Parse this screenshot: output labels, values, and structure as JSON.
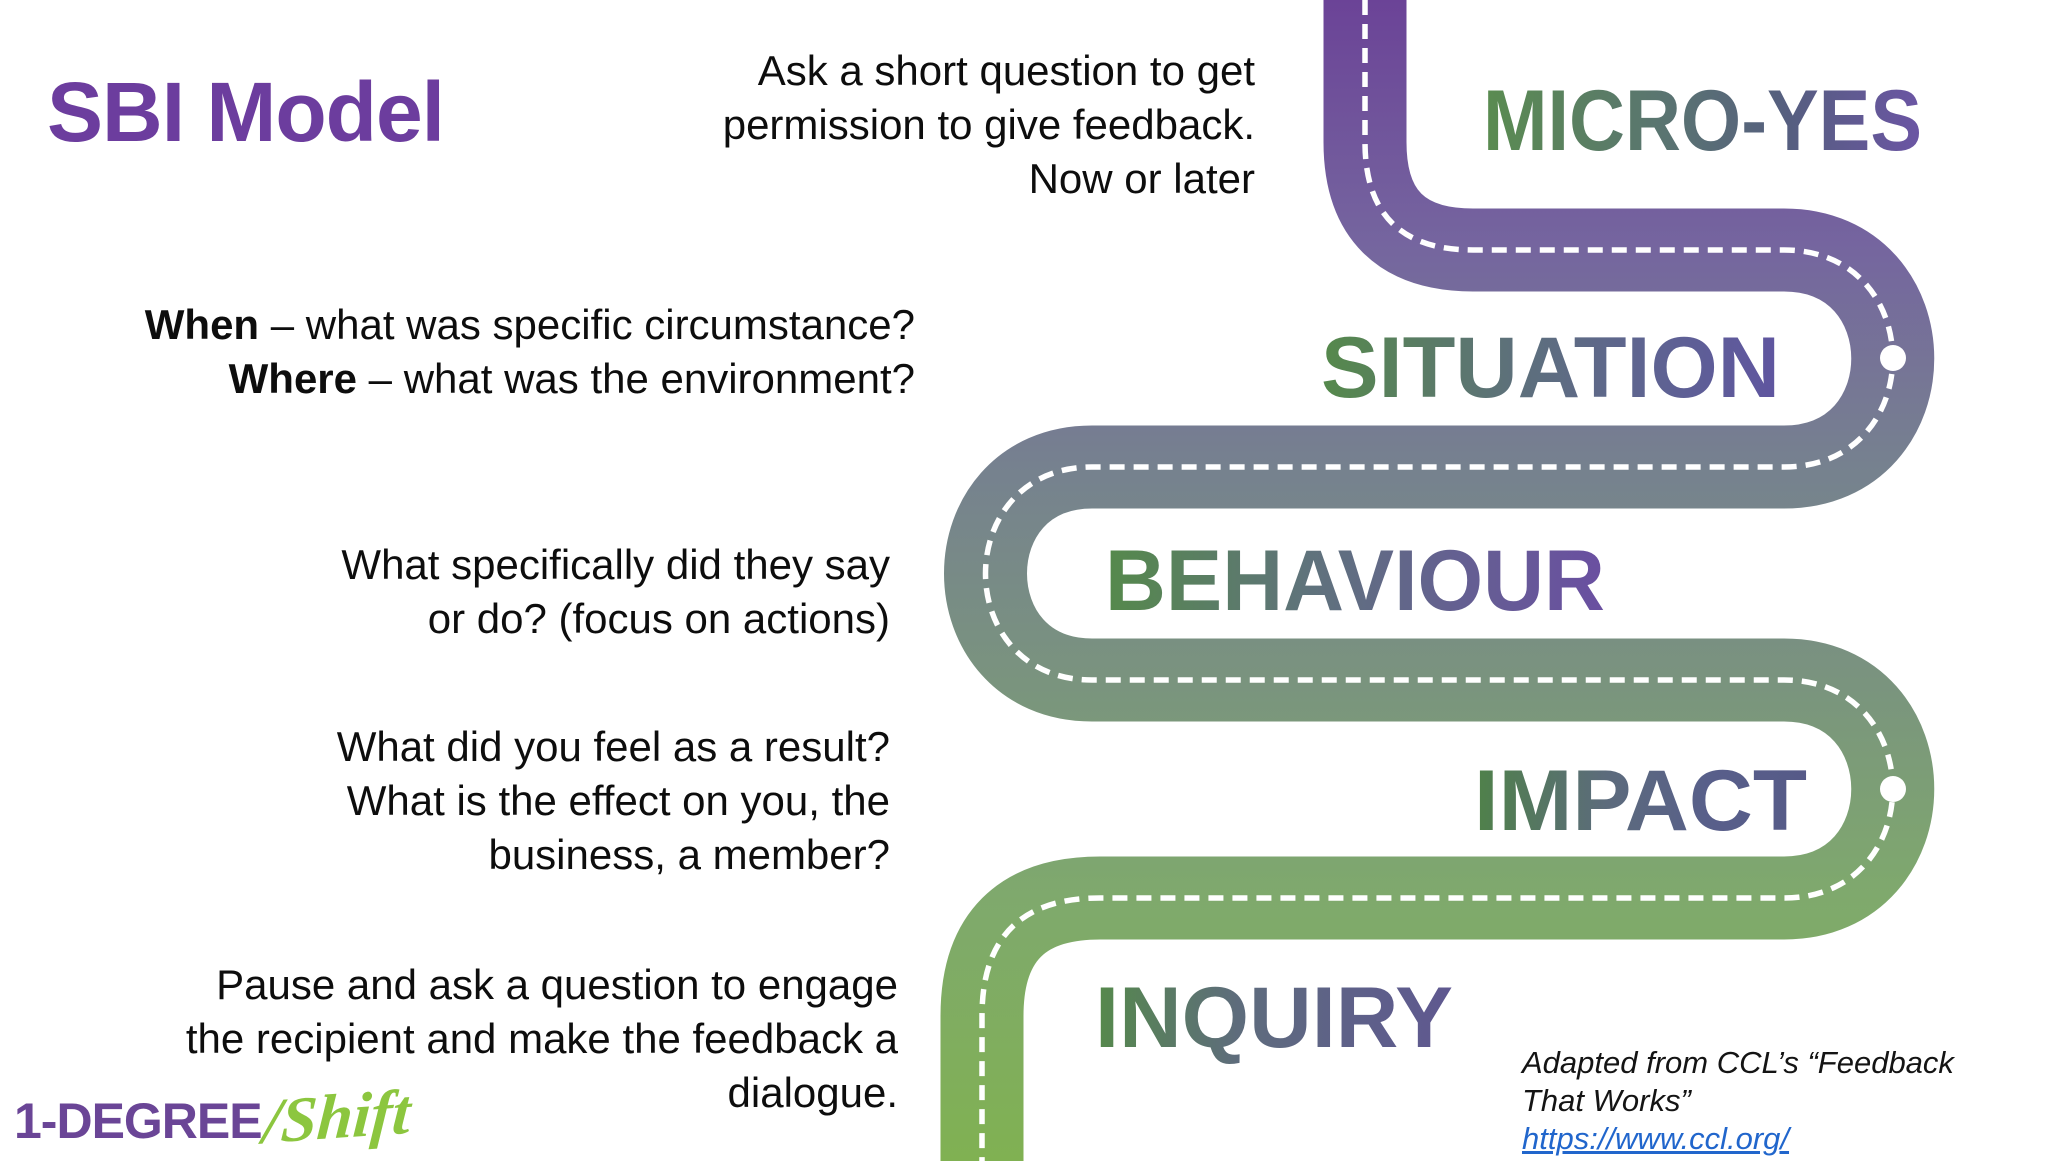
{
  "slide": {
    "title": "SBI Model",
    "title_color": "#6C3D9E",
    "background": "#FFFFFF"
  },
  "road": {
    "gradient_stops": [
      "#6B4397",
      "#75659F",
      "#76818F",
      "#7A947E",
      "#7FA96D",
      "#80B152"
    ],
    "centerline_color": "#FFFFFF",
    "marker_color": "#FFFFFF"
  },
  "stages": [
    {
      "label": "MICRO-YES",
      "gradient": [
        "#5A8C50",
        "#5A7570",
        "#565E80",
        "#6B55A4"
      ],
      "lines": [
        "Ask a short question to get",
        "permission to give feedback.",
        "Now or later"
      ]
    },
    {
      "label": "SITUATION",
      "gradient": [
        "#55894B",
        "#5D7179",
        "#5E6490",
        "#5F55A0"
      ],
      "parts": {
        "bold1": "When",
        "rest1": " – what was specific circumstance?",
        "bold2": "Where",
        "rest2": " – what was the environment?"
      }
    },
    {
      "label": "BEHAVIOUR",
      "gradient": [
        "#55894B",
        "#5F737B",
        "#646091",
        "#6A4FA1"
      ],
      "lines": [
        "What specifically did they say",
        "or do? (focus on actions)"
      ]
    },
    {
      "label": "IMPACT",
      "gradient": [
        "#4F8149",
        "#5C6B7C",
        "#585F8A",
        "#565A88"
      ],
      "lines": [
        "What did you feel as a result?",
        "What is the effect on you, the",
        "business, a member?"
      ]
    },
    {
      "label": "INQUIRY",
      "gradient": [
        "#55894B",
        "#5E6C7C",
        "#5E6188",
        "#5F5890"
      ],
      "lines": [
        "Pause and ask a question to engage",
        "the recipient and make the feedback a",
        "dialogue."
      ]
    }
  ],
  "attribution": {
    "line1": "Adapted from CCL’s  “Feedback",
    "line2": "That Works”",
    "link": "https://www.ccl.org/",
    "link_color": "#2166CC"
  },
  "logo": {
    "brand": "1-DEGREE",
    "suffix": "/Shift",
    "brand_color": "#6A4596",
    "suffix_color": "#8CC63F"
  }
}
